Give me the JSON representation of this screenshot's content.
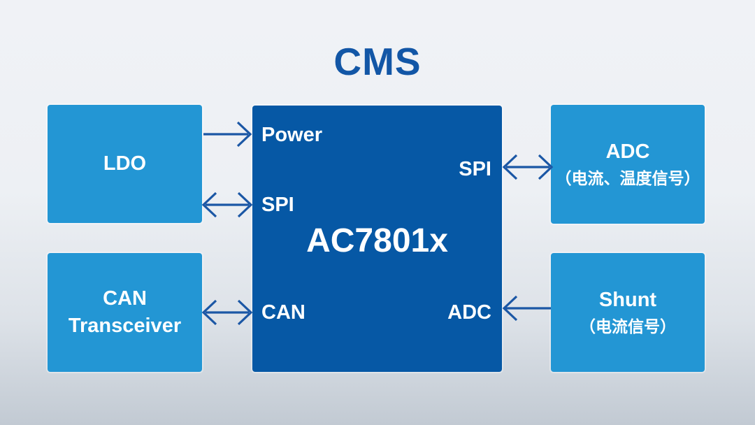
{
  "title": "CMS",
  "colors": {
    "background_top": "#F0F2F6",
    "background_bottom": "#C2CAD3",
    "block_dark_blue": "#0658A5",
    "block_light_blue": "#2396D4",
    "arrow_blue": "#1B57A5",
    "title_blue": "#1256A6",
    "block_text": "#FFFFFF"
  },
  "center_block": {
    "name": "AC7801x",
    "ports": {
      "power": "Power",
      "spi_left": "SPI",
      "spi_right": "SPI",
      "can": "CAN",
      "adc": "ADC"
    }
  },
  "left_blocks": [
    {
      "label": "LDO"
    },
    {
      "label": "CAN Transceiver"
    }
  ],
  "right_blocks": [
    {
      "title": "ADC",
      "subtitle": "（电流、温度信号）"
    },
    {
      "title": "Shunt",
      "subtitle": "（电流信号）"
    }
  ],
  "connections": [
    {
      "from": "LDO",
      "to": "AC7801x Power",
      "direction": "one-way-into-chip"
    },
    {
      "from": "LDO",
      "to": "AC7801x SPI",
      "direction": "two-way"
    },
    {
      "from": "CAN Transceiver",
      "to": "AC7801x CAN",
      "direction": "two-way"
    },
    {
      "from": "ADC（电流、温度信号）",
      "to": "AC7801x SPI",
      "direction": "two-way"
    },
    {
      "from": "Shunt（电流信号）",
      "to": "AC7801x ADC",
      "direction": "one-way-into-chip"
    }
  ]
}
